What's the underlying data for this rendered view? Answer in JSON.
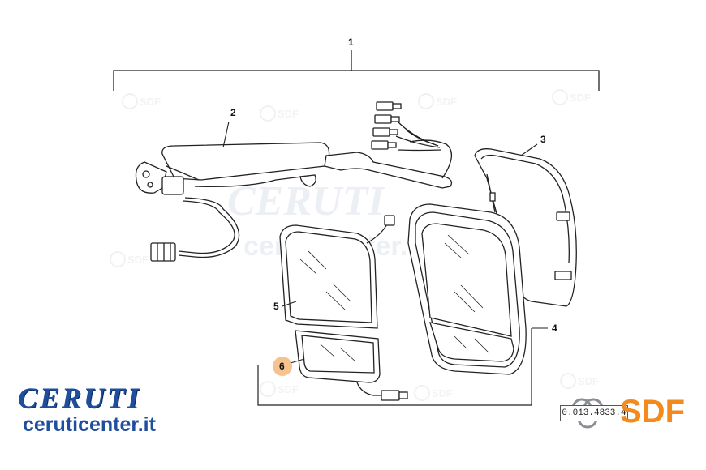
{
  "diagram": {
    "callouts": {
      "c1": "1",
      "c2": "2",
      "c3": "3",
      "c4": "4",
      "c5": "5",
      "c6": "6"
    },
    "highlight_color": "#f6c38f",
    "line_color": "#222222"
  },
  "watermark": {
    "big_text": "CERUTI",
    "url_text": "ceruticenter.it",
    "small_text": "SDF"
  },
  "part_number": "0.013.4833.4",
  "branding": {
    "left_logo": "CERUTI",
    "left_url": "ceruticenter.it",
    "right_logo": "SDF",
    "logo_blue": "#1f4e9c",
    "logo_orange": "#f28a1e"
  }
}
